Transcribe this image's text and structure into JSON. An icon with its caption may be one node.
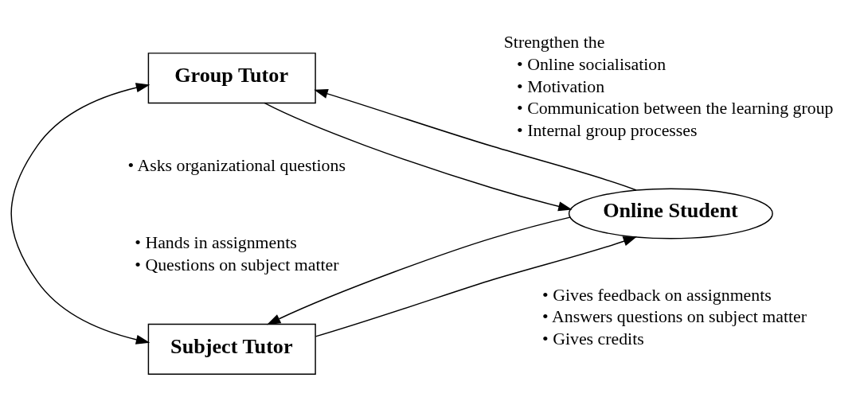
{
  "diagram": {
    "nodes": [
      {
        "text": [
          "Group Tutor"
        ]
      },
      {
        "text": [
          "Online Student"
        ]
      },
      {
        "text": [
          "Subject Tutor"
        ]
      }
    ],
    "edges": [
      {
        "from": 0,
        "to": 1,
        "arrow": "to"
      },
      {
        "from": 1,
        "to": 0,
        "arrow": "to"
      },
      {
        "from": 1,
        "to": 2,
        "arrow": "to"
      },
      {
        "from": 2,
        "to": 1,
        "arrow": "to"
      },
      {
        "from": 2,
        "to": 0,
        "arrow": "both"
      }
    ],
    "labels": [
      "Strengthen the",
      "• Online socialisation",
      "• Motivation",
      "• Communication between the learning group",
      "• Internal group processes",
      "• Asks organizational questions",
      "• Hands in assignments",
      "• Questions on subject matter",
      "• Gives feedback on assignments",
      "• Answers questions on subject matter",
      "• Gives credits"
    ]
  }
}
